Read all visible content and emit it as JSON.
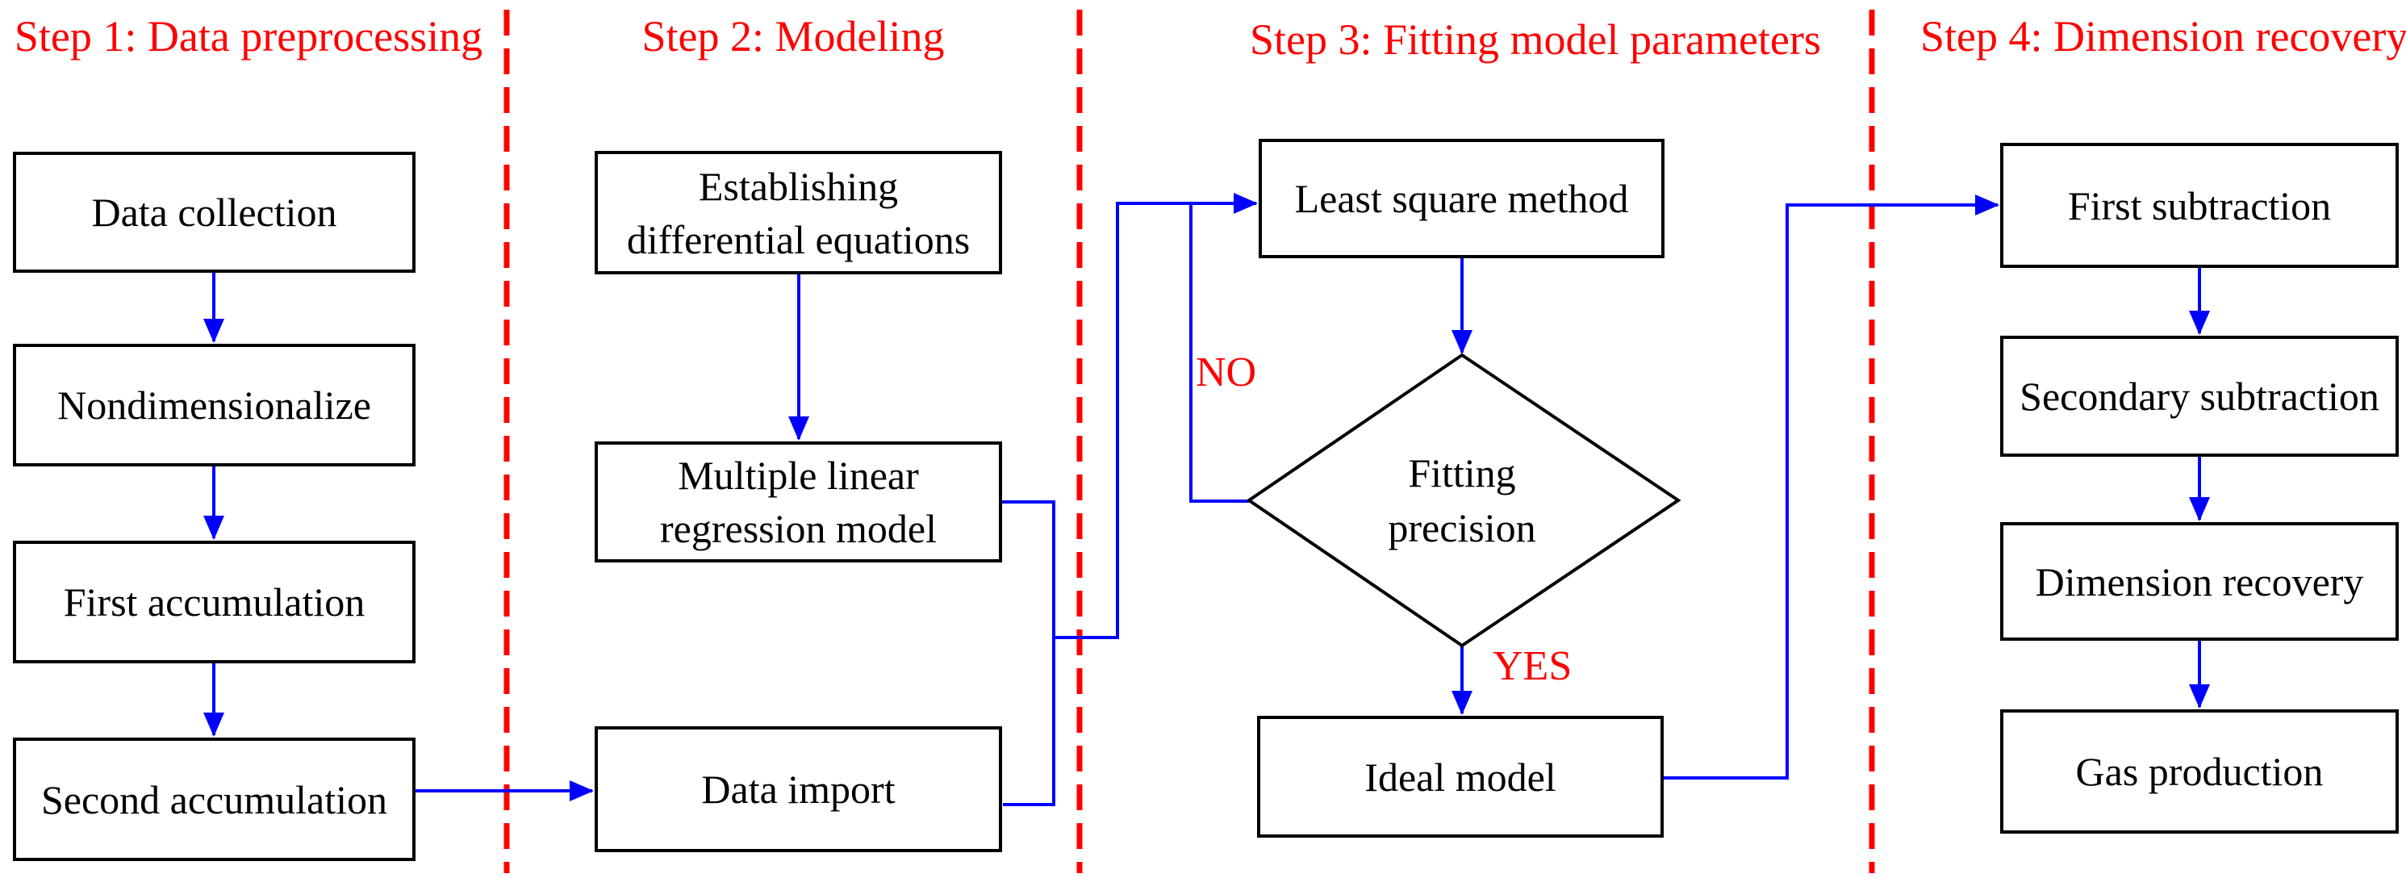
{
  "fc": {
    "s1": {
      "title": "Step 1: Data preprocessing",
      "n1": "Data collection",
      "n2": "Nondimensionalize",
      "n3": "First accumulation",
      "n4": "Second accumulation"
    },
    "s2": {
      "title": "Step 2: Modeling",
      "n1": "Establishing\ndifferential equations",
      "n2": "Multiple linear\nregression model",
      "n3": "Data import"
    },
    "s3": {
      "title": "Step 3: Fitting model parameters",
      "n1": "Least square method",
      "n2": "Fitting\nprecision",
      "n3": "Ideal model",
      "no_label": "NO",
      "yes_label": "YES"
    },
    "s4": {
      "title": "Step 4: Dimension recovery",
      "n1": "First subtraction",
      "n2": "Secondary subtraction",
      "n3": "Dimension recovery",
      "n4": "Gas production"
    },
    "colors": {
      "step_title_red": "#ff0000",
      "divider_red": "#ff0000",
      "connector_blue": "#0000ff",
      "node_border_black": "#000000"
    }
  }
}
